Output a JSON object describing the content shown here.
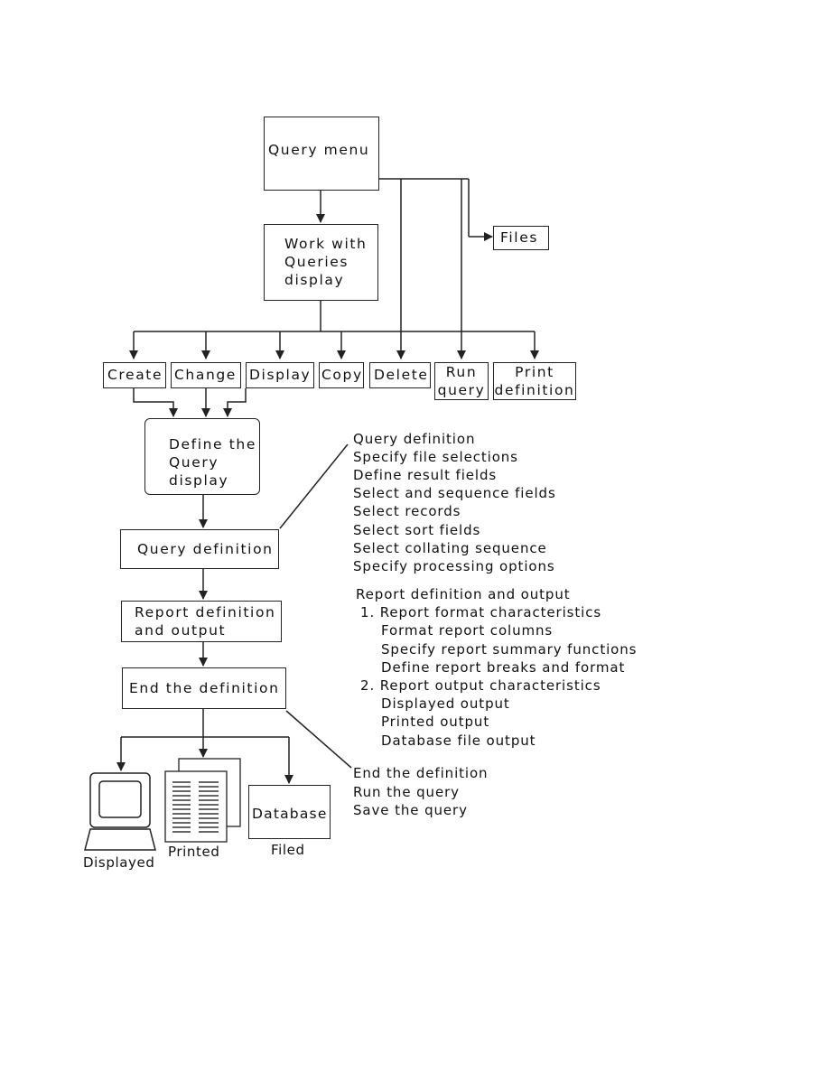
{
  "menu": {
    "query_menu": "Query menu",
    "files": "Files"
  },
  "work_with": "Work with\nQueries\ndisplay",
  "options": {
    "create": "Create",
    "change": "Change",
    "display": "Display",
    "copy": "Copy",
    "delete": "Delete",
    "run_query": "Run\nquery",
    "print_definition": "Print\ndefinition"
  },
  "define": "Define the\nQuery\ndisplay",
  "steps": {
    "query_definition": "Query definition",
    "report_definition": "Report definition\nand output",
    "end_definition": "End the definition"
  },
  "notes": {
    "query_definition": [
      "Query definition",
      "Specify file selections",
      "Define result fields",
      "Select and sequence fields",
      "Select records",
      "Select sort fields",
      "Select collating sequence",
      "Specify processing options"
    ],
    "report_title": "Report definition and output",
    "report_1": "1. Report format characteristics",
    "report_1_items": [
      "Format report columns",
      "Specify report summary functions",
      "Define report breaks and format"
    ],
    "report_2": "2. Report output characteristics",
    "report_2_items": [
      "Displayed output",
      "Printed output",
      "Database file output"
    ],
    "end": [
      "End the definition",
      "Run the query",
      "Save the query"
    ]
  },
  "outputs": {
    "displayed": "Displayed",
    "printed": "Printed",
    "database": "Database",
    "filed": "Filed"
  }
}
